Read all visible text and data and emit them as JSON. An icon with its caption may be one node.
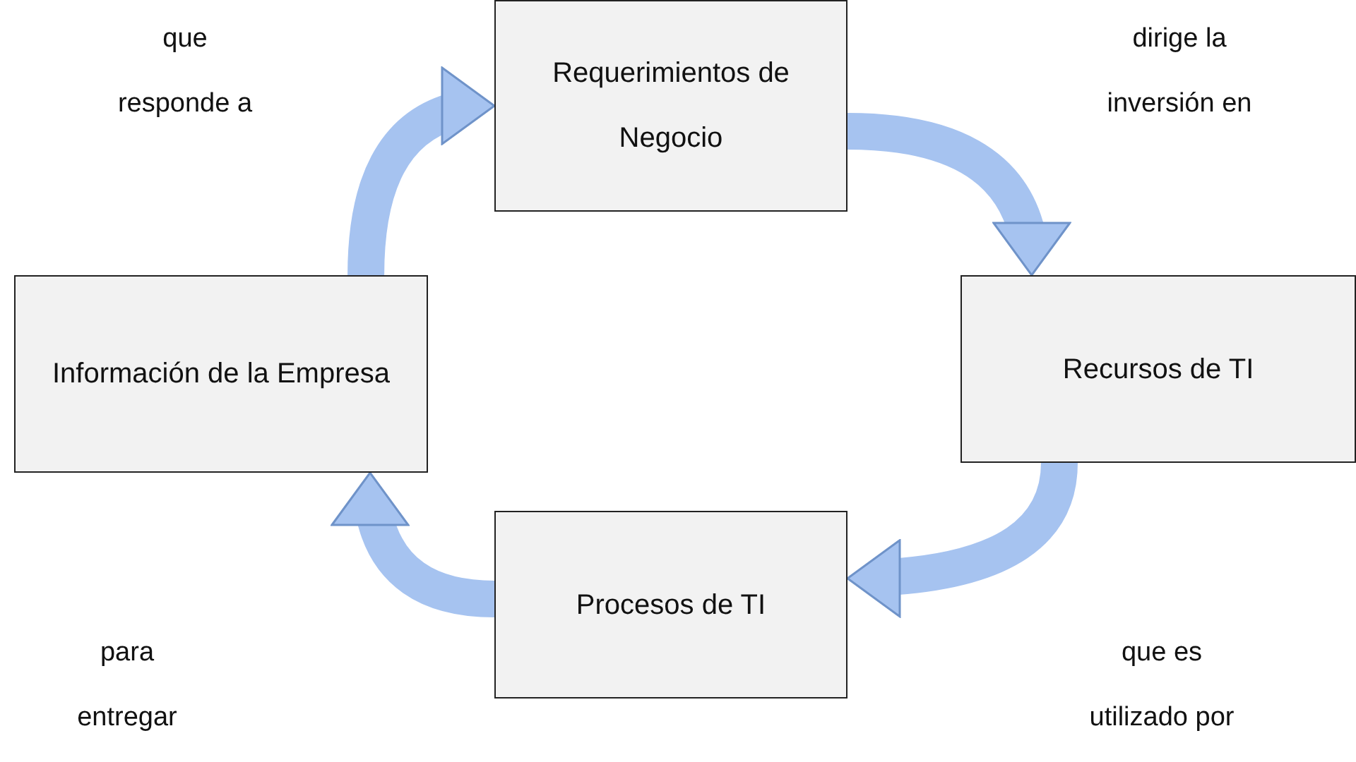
{
  "diagram": {
    "nodes": [
      {
        "text": [
          "Requerimientos de Negocio"
        ]
      },
      {
        "text": [
          "Recursos de TI"
        ]
      },
      {
        "text": [
          "Procesos de TI"
        ]
      },
      {
        "text": [
          "Información de la Empresa"
        ]
      }
    ],
    "edges": [
      {
        "from": 0,
        "to": 1,
        "arrow": "to"
      },
      {
        "from": 1,
        "to": 2,
        "arrow": "to"
      },
      {
        "from": 2,
        "to": 3,
        "arrow": "to"
      },
      {
        "from": 3,
        "to": 0,
        "arrow": "to"
      }
    ],
    "labels": [
      "que responde a",
      "dirige la inversión en",
      "para entregar",
      "que es utilizado por"
    ]
  }
}
